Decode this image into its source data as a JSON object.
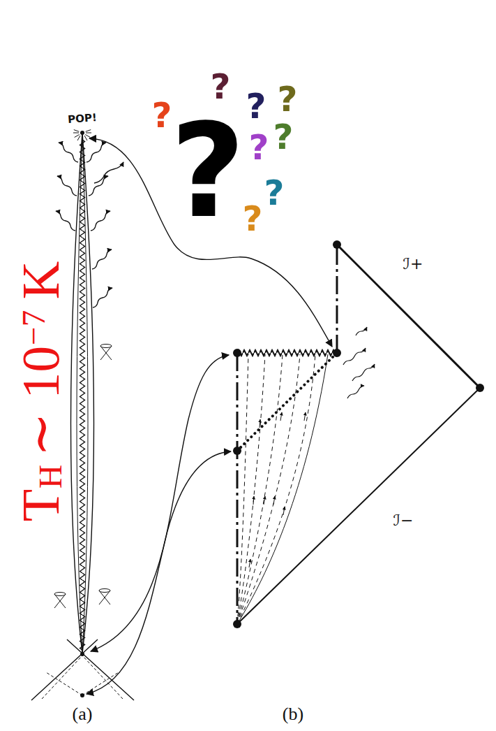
{
  "diagram": {
    "labels": [
      "POP!",
      "?",
      "?",
      "?",
      "?",
      "?",
      "?",
      "?",
      "?",
      "?",
      "T",
      "H",
      "∼ 10",
      "−7",
      "K",
      "ℐ+",
      "ℐ−",
      "(a)",
      "(b)"
    ]
  }
}
